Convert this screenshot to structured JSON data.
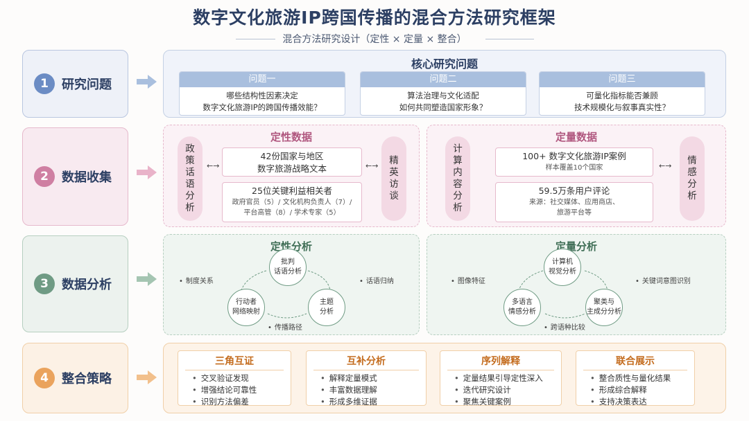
{
  "title": "数字文化旅游IP跨国传播的混合方法研究框架",
  "subtitle": "混合方法研究设计（定性 × 定量 × 整合）",
  "colors": {
    "blue": "#6b8cc4",
    "pink": "#cf7fa2",
    "green": "#6f9b84",
    "orange": "#eaa35d"
  },
  "rows": [
    {
      "num": "1",
      "label": "研究问题"
    },
    {
      "num": "2",
      "label": "数据收集"
    },
    {
      "num": "3",
      "label": "数据分析"
    },
    {
      "num": "4",
      "label": "整合策略"
    }
  ],
  "questions": {
    "title": "核心研究问题",
    "items": [
      {
        "head": "问题一",
        "line1": "哪些结构性因素决定",
        "line2": "数字文化旅游IP的跨国传播效能？"
      },
      {
        "head": "问题二",
        "line1": "算法治理与文化适配",
        "line2": "如何共同塑造国家形象？"
      },
      {
        "head": "问题三",
        "line1": "可量化指标能否兼顾",
        "line2": "技术规模化与叙事真实性？"
      }
    ]
  },
  "collection": {
    "qual": {
      "title": "定性数据",
      "left_method": [
        "政",
        "策",
        "话",
        "语",
        "分",
        "析"
      ],
      "right_method": [
        "精",
        "英",
        "访",
        "谈"
      ],
      "box1_main": "42份国家与地区",
      "box1_line2": "数字旅游战略文本",
      "box2_main": "25位关键利益相关者",
      "box2_sub1": "政府官员（5）/ 文化机构负责人（7）/",
      "box2_sub2": "平台高管（8）/ 学术专家（5）"
    },
    "quant": {
      "title": "定量数据",
      "left_method": [
        "计",
        "算",
        "内",
        "容",
        "分",
        "析"
      ],
      "right_method": [
        "情",
        "感",
        "分",
        "析"
      ],
      "box1_main": "100+ 数字文化旅游IP案例",
      "box1_sub": "样本覆盖10个国家",
      "box2_main": "59.5万条用户评论",
      "box2_sub1": "来源：社交媒体、应用商店、",
      "box2_sub2": "旅游平台等"
    },
    "connector": "←→"
  },
  "analysis": {
    "qual": {
      "title": "定性分析",
      "top": [
        "批判",
        "话语分析"
      ],
      "right": [
        "主题",
        "分析"
      ],
      "left": [
        "行动者",
        "网络映射"
      ],
      "note_left": "制度关系",
      "note_right": "话语归纳",
      "note_bottom": "传播路径"
    },
    "quant": {
      "title": "定量分析",
      "top": [
        "计算机",
        "视觉分析"
      ],
      "right": [
        "聚类与",
        "主成分分析"
      ],
      "left": [
        "多语言",
        "情感分析"
      ],
      "note_left": "图像特征",
      "note_right": "关键词意图识别",
      "note_bottom": "跨语种比较"
    }
  },
  "integration": [
    {
      "title": "三角互证",
      "items": [
        "交叉验证发现",
        "增强结论可靠性",
        "识别方法偏差"
      ]
    },
    {
      "title": "互补分析",
      "items": [
        "解释定量模式",
        "丰富数据理解",
        "形成多维证据"
      ]
    },
    {
      "title": "序列解释",
      "items": [
        "定量结果引导定性深入",
        "迭代研究设计",
        "聚焦关键案例"
      ]
    },
    {
      "title": "联合展示",
      "items": [
        "整合质性与量化结果",
        "形成综合解释",
        "支持决策表达"
      ]
    }
  ]
}
